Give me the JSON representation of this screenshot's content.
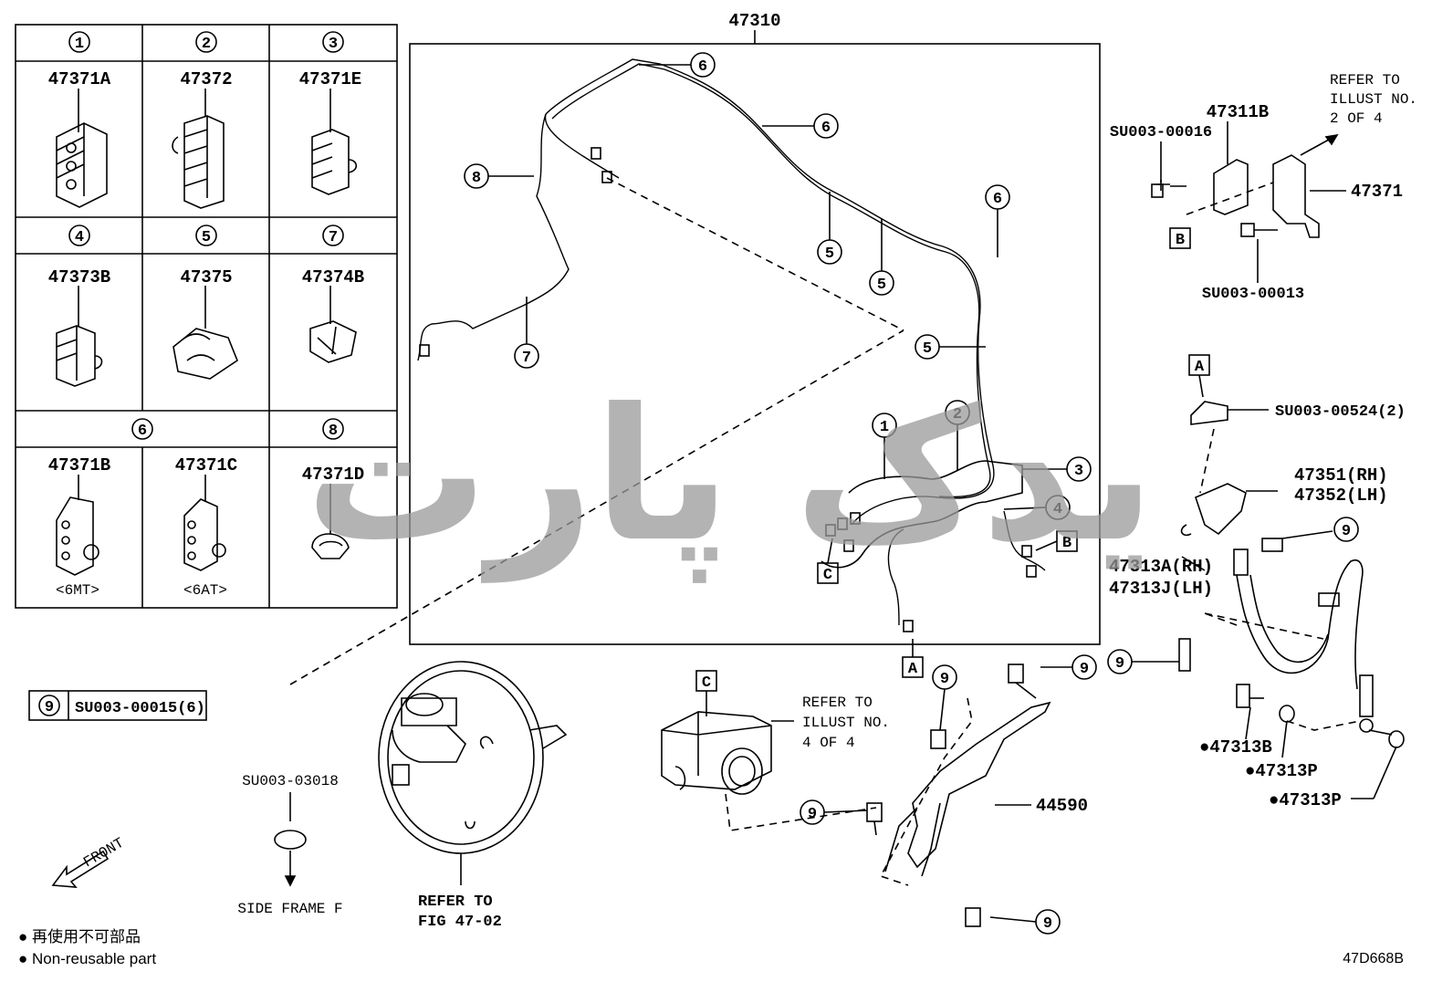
{
  "diagram": {
    "main_assembly": "47310",
    "code": "47D668B",
    "watermark": "یدک پارت",
    "table": {
      "rows": [
        [
          {
            "idx": "1",
            "part": "47371A"
          },
          {
            "idx": "2",
            "part": "47372"
          },
          {
            "idx": "3",
            "part": "47371E"
          }
        ],
        [
          {
            "idx": "4",
            "part": "47373B"
          },
          {
            "idx": "5",
            "part": "47375"
          },
          {
            "idx": "7",
            "part": "47374B"
          }
        ]
      ],
      "bottom": {
        "idx_left": "6",
        "idx_right": "8",
        "cells": [
          {
            "part": "47371B",
            "note": "<6MT>"
          },
          {
            "part": "47371C",
            "note": "<6AT>"
          },
          {
            "part": "47371D",
            "note": ""
          }
        ]
      }
    },
    "bolt_ref": {
      "idx": "9",
      "part": "SU003-00015(6)"
    },
    "labels": {
      "p47311B": "47311B",
      "su16": "SU003-00016",
      "p47371": "47371",
      "su13": "SU003-00013",
      "refer_top": [
        "REFER TO",
        "ILLUST NO.",
        "2 OF 4"
      ],
      "su524": "SU003-00524(2)",
      "p47351": "47351(RH)",
      "p47352": "47352(LH)",
      "p47313A": "47313A(RH)",
      "p47313J": "47313J(LH)",
      "p47313B": "●47313B",
      "p47313P1": "●47313P",
      "p47313P2": "●47313P",
      "p44590": "44590",
      "refer_mid": [
        "REFER TO",
        "ILLUST NO.",
        "4 OF 4"
      ],
      "su3018": "SU003-03018",
      "side_frame": "SIDE FRAME F",
      "refer_fig": [
        "REFER TO",
        "FIG 47-02"
      ],
      "front": "FRONT",
      "box_a": "A",
      "box_b": "B",
      "box_c": "C"
    },
    "callouts": {
      "c1": "1",
      "c2": "2",
      "c3": "3",
      "c4": "4",
      "c5": "5",
      "c6": "6",
      "c7": "7",
      "c8": "8",
      "c9": "9"
    },
    "legend": [
      "● 再使用不可部品",
      "● Non-reusable part"
    ]
  }
}
